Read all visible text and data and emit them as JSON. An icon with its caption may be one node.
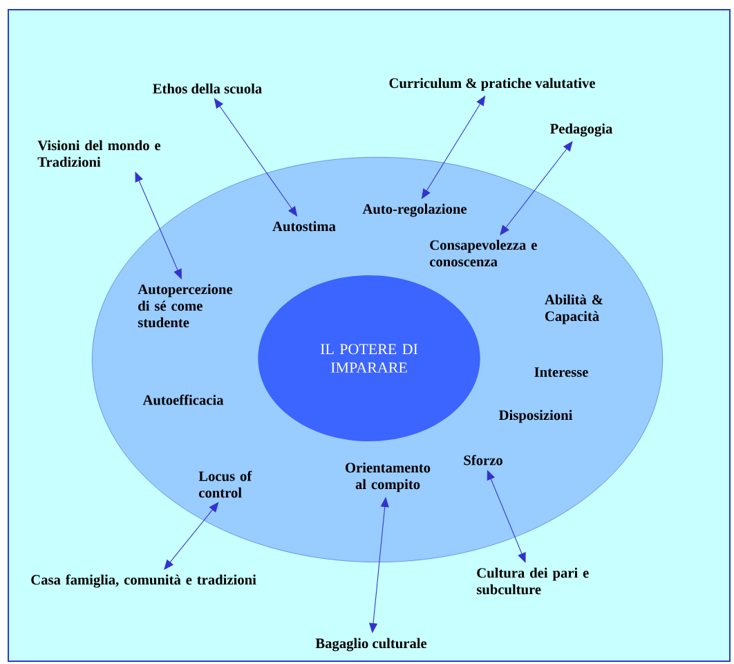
{
  "diagram": {
    "nodes": [
      {
        "text": [],
        "shape": "ellipse"
      },
      {
        "text": [
          "IL POTERE DI IMPARARE"
        ],
        "in": 0
      },
      {
        "text": [
          "Ethos della scuola"
        ]
      },
      {
        "text": [
          "Curriculum & pratiche valutative"
        ]
      },
      {
        "text": [
          "Visioni del mondo e Tradizioni"
        ]
      },
      {
        "text": [
          "Pedagogia"
        ]
      },
      {
        "text": [
          "Casa famiglia, comunità e tradizioni"
        ]
      },
      {
        "text": [
          "Cultura dei pari e subculture"
        ]
      },
      {
        "text": [
          "Bagaglio culturale"
        ]
      },
      {
        "text": [
          "Autostima"
        ],
        "in": 0
      },
      {
        "text": [
          "Auto-regolazione"
        ],
        "in": 0
      },
      {
        "text": [
          "Consapevolezza e conoscenza"
        ],
        "in": 0
      },
      {
        "text": [
          "Autopercezione di sé come studente"
        ],
        "in": 0
      },
      {
        "text": [
          "Locus of control"
        ],
        "in": 0
      },
      {
        "text": [
          "Orientamento al compito"
        ],
        "in": 0
      },
      {
        "text": [
          "Sforzo"
        ],
        "in": 0
      }
    ],
    "edges": [
      {
        "from": 2,
        "to": 9,
        "arrow": "both"
      },
      {
        "from": 3,
        "to": 10,
        "arrow": "both"
      },
      {
        "from": 4,
        "to": 12,
        "arrow": "both"
      },
      {
        "from": 5,
        "to": 11,
        "arrow": "both"
      },
      {
        "from": 6,
        "to": 13,
        "arrow": "both"
      },
      {
        "from": 8,
        "to": 14,
        "arrow": "both"
      },
      {
        "from": 7,
        "to": 15,
        "arrow": "both"
      }
    ],
    "labels": [
      "Abilità & Capacità",
      "Interesse",
      "Autoefficacia",
      "Disposizioni"
    ]
  }
}
